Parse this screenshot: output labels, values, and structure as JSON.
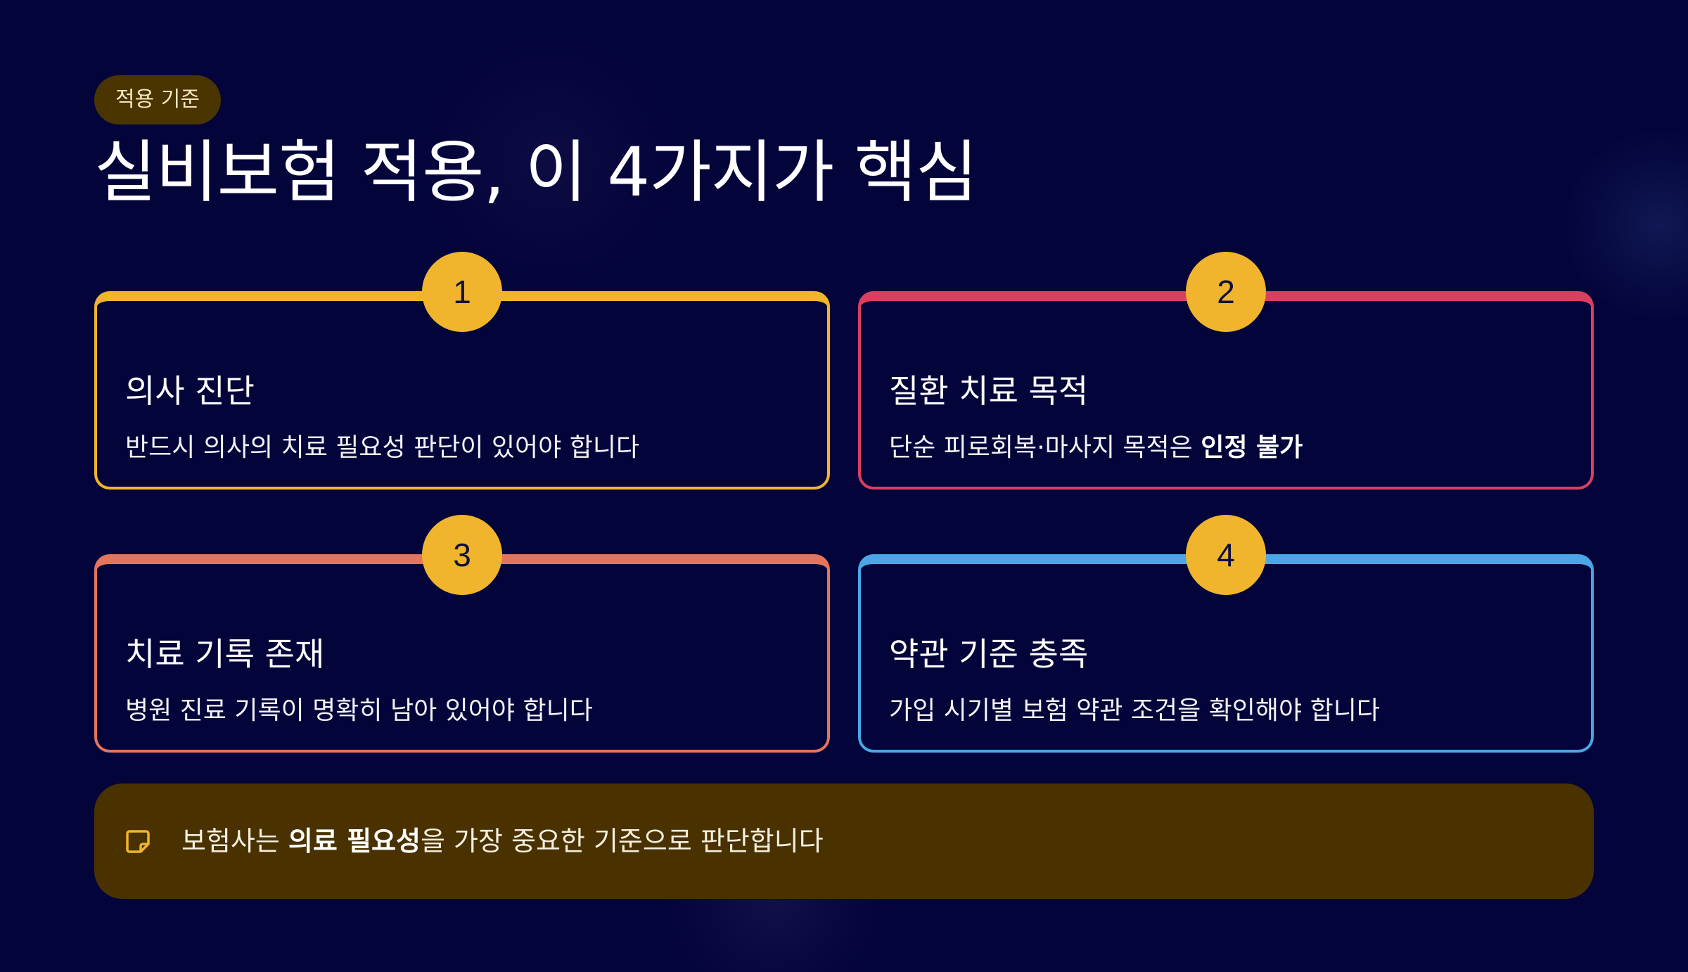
{
  "header": {
    "badge": "적용 기준",
    "title": "실비보험 적용, 이 4가지가 핵심"
  },
  "cards": [
    {
      "number": "1",
      "title": "의사 진단",
      "desc": "반드시 의사의 치료 필요성 판단이 있어야 합니다",
      "accent": "#f0b52c"
    },
    {
      "number": "2",
      "title": "질환 치료 목적",
      "desc_prefix": "단순 피로회복·마사지 목적은 ",
      "desc_strong": "인정 불가",
      "accent": "#d9405f"
    },
    {
      "number": "3",
      "title": "치료 기록 존재",
      "desc": "병원 진료 기록이 명확히 남아 있어야 합니다",
      "accent": "#e3755d"
    },
    {
      "number": "4",
      "title": "약관 기준 충족",
      "desc": "가입 시기별 보험 약관 조건을 확인해야 합니다",
      "accent": "#4aa6e6"
    }
  ],
  "note": {
    "icon": "sticky-note-icon",
    "prefix": "보험사는 ",
    "strong": "의료 필요성",
    "suffix": "을 가장 중요한 기준으로 판단합니다"
  },
  "colors": {
    "background": "#03043a",
    "number_badge": "#f0b52c",
    "note_background": "#493200"
  }
}
